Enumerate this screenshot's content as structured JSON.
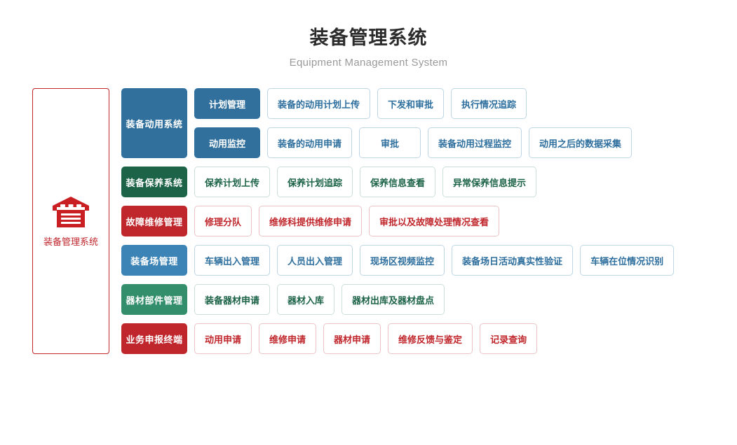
{
  "header": {
    "title": "装备管理系统",
    "subtitle": "Equipment Management System"
  },
  "hub": {
    "icon": "warehouse-icon",
    "label": "装备管理系统",
    "color": "#c0272d"
  },
  "colors": {
    "blue_dark": "#31709c",
    "blue": "#3b84b5",
    "green_dark": "#1d6348",
    "green": "#338f6b",
    "red": "#c0272d",
    "leaf_blue_border": "#bcd6e6",
    "leaf_green_border": "#cbe0d6",
    "leaf_red_border": "#ecc3c5"
  },
  "rows": [
    {
      "category": "装备动用系统",
      "theme": "blue",
      "subgroups": [
        {
          "sub": "计划管理",
          "leaves": [
            "装备的动用计划上传",
            "下发和审批",
            "执行情况追踪"
          ]
        },
        {
          "sub": "动用监控",
          "leaves": [
            "装备的动用申请",
            "审批",
            "装备动用过程监控",
            "动用之后的数据采集"
          ]
        }
      ]
    },
    {
      "category": "装备保养系统",
      "theme": "green-dark",
      "leaves": [
        "保养计划上传",
        "保养计划追踪",
        "保养信息查看",
        "异常保养信息提示"
      ]
    },
    {
      "category": "故障维修管理",
      "theme": "red",
      "leaves": [
        "修理分队",
        "维修科提供维修申请",
        "审批以及故障处理情况查看"
      ]
    },
    {
      "category": "装备场管理",
      "theme": "blue",
      "leaves": [
        "车辆出入管理",
        "人员出入管理",
        "现场区视频监控",
        "装备场日活动真实性验证",
        "车辆在位情况识别"
      ]
    },
    {
      "category": "器材部件管理",
      "theme": "green",
      "leaves": [
        "装备器材申请",
        "器材入库",
        "器材出库及器材盘点"
      ]
    },
    {
      "category": "业务申报终端",
      "theme": "red",
      "leaves": [
        "动用申请",
        "维修申请",
        "器材申请",
        "维修反馈与鉴定",
        "记录查询"
      ]
    }
  ]
}
